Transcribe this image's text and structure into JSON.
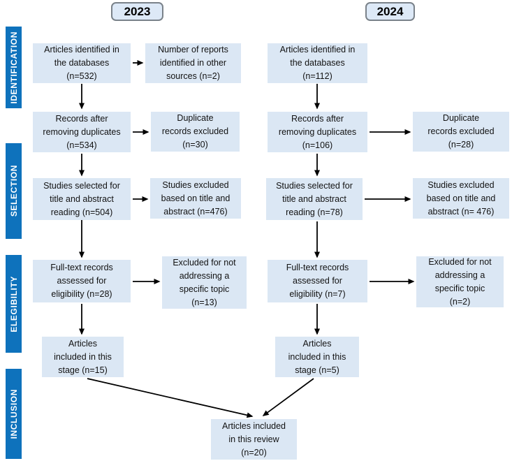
{
  "diagram": {
    "years": [
      "2023",
      "2024"
    ],
    "stages": [
      "IDENTIFICATION",
      "SELECTION",
      "ELEGIBILITY",
      "INCLUSION"
    ],
    "col2023": {
      "identified": [
        "Articles identified in",
        "the databases",
        "(n=532)"
      ],
      "other_sources": [
        "Number of reports",
        "identified in other",
        "sources (n=2)"
      ],
      "after_duplicates": [
        "Records after",
        "removing duplicates",
        "(n=534)"
      ],
      "duplicates_excluded": [
        "Duplicate",
        "records excluded",
        "(n=30)"
      ],
      "title_abstract": [
        "Studies selected for",
        "title and abstract",
        "reading (n=504)"
      ],
      "excluded_title_abstract": [
        "Studies excluded",
        "based on title and",
        "abstract (n=476)"
      ],
      "fulltext": [
        "Full-text records",
        "assessed for",
        "eligibility (n=28)"
      ],
      "excluded_topic": [
        "Excluded for not",
        "addressing a",
        "specific topic",
        "(n=13)"
      ],
      "stage_included": [
        "Articles",
        "included in this",
        "stage (n=15)"
      ]
    },
    "col2024": {
      "identified": [
        "Articles identified in",
        "the databases",
        "(n=112)"
      ],
      "after_duplicates": [
        "Records after",
        "removing duplicates",
        "(n=106)"
      ],
      "duplicates_excluded": [
        "Duplicate",
        "records excluded",
        "(n=28)"
      ],
      "title_abstract": [
        "Studies selected for",
        "title and abstract",
        "reading (n=78)"
      ],
      "excluded_title_abstract": [
        "Studies excluded",
        "based on title and",
        "abstract (n= 476)"
      ],
      "fulltext": [
        "Full-text records",
        "assessed for",
        "eligibility (n=7)"
      ],
      "excluded_topic": [
        "Excluded for not",
        "addressing a",
        "specific topic",
        "(n=2)"
      ],
      "stage_included": [
        "Articles",
        "included in this",
        "stage (n=5)"
      ]
    },
    "final_box": [
      "Articles included",
      "in this review",
      "(n=20)"
    ]
  },
  "colors": {
    "stage_bar": "#0e72bc",
    "box_fill": "#dbe7f4",
    "year_fill": "#dde9f7",
    "year_border": "#7a828a",
    "arrow": "#000000"
  }
}
